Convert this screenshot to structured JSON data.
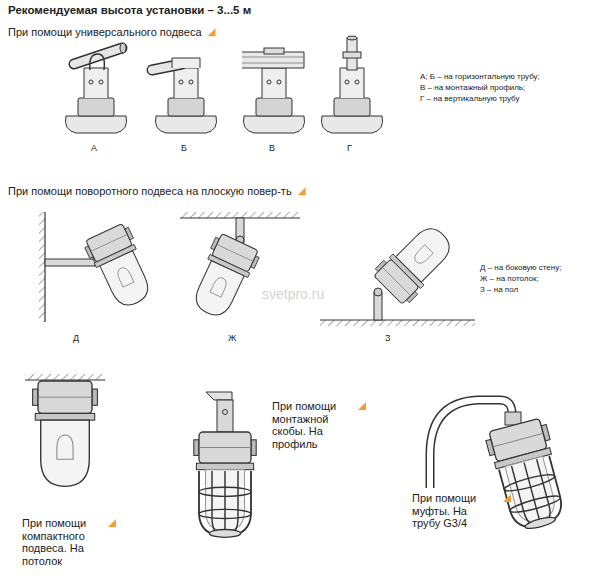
{
  "diagram": {
    "title": "Рекомендуемая высота установки – 3...5 м",
    "labels": [
      "При помощи универсального подвеса",
      "А",
      "Б",
      "В",
      "Г",
      "А; Б – на горизонтальную трубу;",
      "В – на монтажный профиль;",
      "Г – на вертикальную трубу",
      "При помощи поворотного подвеса на плоскую повер-ть",
      "Д",
      "Ж",
      "З",
      "Д – на боковую стену;",
      "Ж – на потолок;",
      "З – на пол",
      "svetpro.ru",
      "При помощи компактного подвеса. На потолок",
      "При помощи монтажной скобы. На профиль",
      "При помощи муфты. На трубу G3/4"
    ]
  }
}
